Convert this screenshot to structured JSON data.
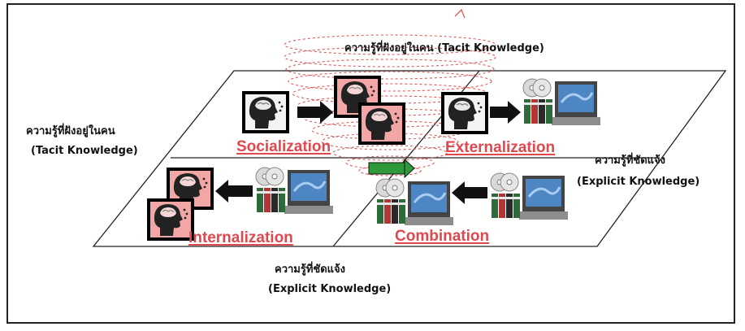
{
  "top_label": "ความรู้ที่ฝังอยู่ในคน (Tacit Knowledge)",
  "left_label": {
    "thai": "ความรู้ที่ฝังอยู่ในคน",
    "english": "(Tacit Knowledge)"
  },
  "right_label": {
    "thai": "ความรู้ที่ชัดแจ้ง",
    "english": "(Explicit Knowledge)"
  },
  "bottom_label": {
    "thai": "ความรู้ที่ชัดแจ้ง",
    "english": "(Explicit Knowledge)"
  },
  "modes": {
    "socialization": "Socialization",
    "externalization": "Externalization",
    "internalization": "Internalization",
    "combination": "Combination"
  },
  "colors": {
    "mode_text": "#e0484f",
    "spiral": "#e05a5a",
    "center_arrow": "#2e9a3c",
    "flow_arrow": "#111111",
    "head_tile": "#f2a6a6"
  },
  "icons": [
    "head-brain-icon",
    "computer-documents-icon",
    "arrow-right-icon",
    "arrow-left-icon"
  ]
}
